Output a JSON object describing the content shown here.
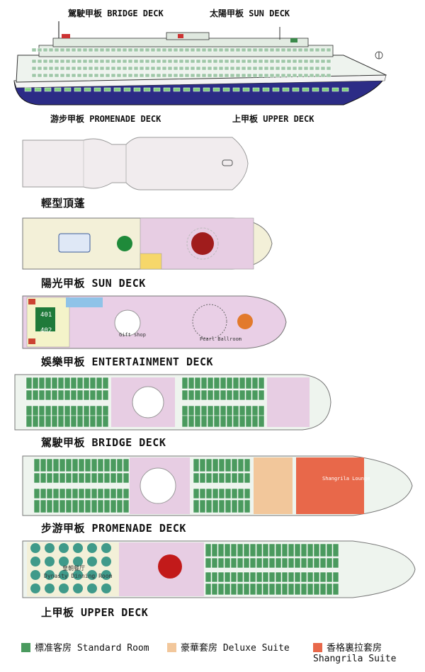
{
  "ship_labels": {
    "bridge": "駕駛甲板 BRIDGE DECK",
    "sun": "太陽甲板 SUN DECK",
    "promenade": "游步甲板 PROMENADE DECK",
    "upper": "上甲板 UPPER DECK"
  },
  "decks": {
    "canopy": "輕型頂蓬",
    "sun": "陽光甲板 SUN DECK",
    "entertainment": "娛樂甲板 ENTERTAINMENT DECK",
    "bridge": "駕駛甲板 BRIDGE DECK",
    "promenade": "步游甲板 PROMENADE DECK",
    "upper": "上甲板 UPPER DECK"
  },
  "room_labels": {
    "gift_shop": "Gift shop",
    "pearl_ballroom": "Pearl Ballroom",
    "dynasty_cn": "皇朝餐厅",
    "dynasty_en": "Dynasty Dinning Room",
    "shangrila_lounge": "Shangrila Lounge",
    "room_401": "401",
    "room_402": "402"
  },
  "legend": [
    {
      "label": "標准客房 Standard Room",
      "color": "#4a9a5e"
    },
    {
      "label": "豪華套房 Deluxe Suite",
      "color": "#f2c79b"
    },
    {
      "label": "香格裏拉套房",
      "label2": "Shangrila Suite",
      "color": "#e8684a"
    }
  ]
}
